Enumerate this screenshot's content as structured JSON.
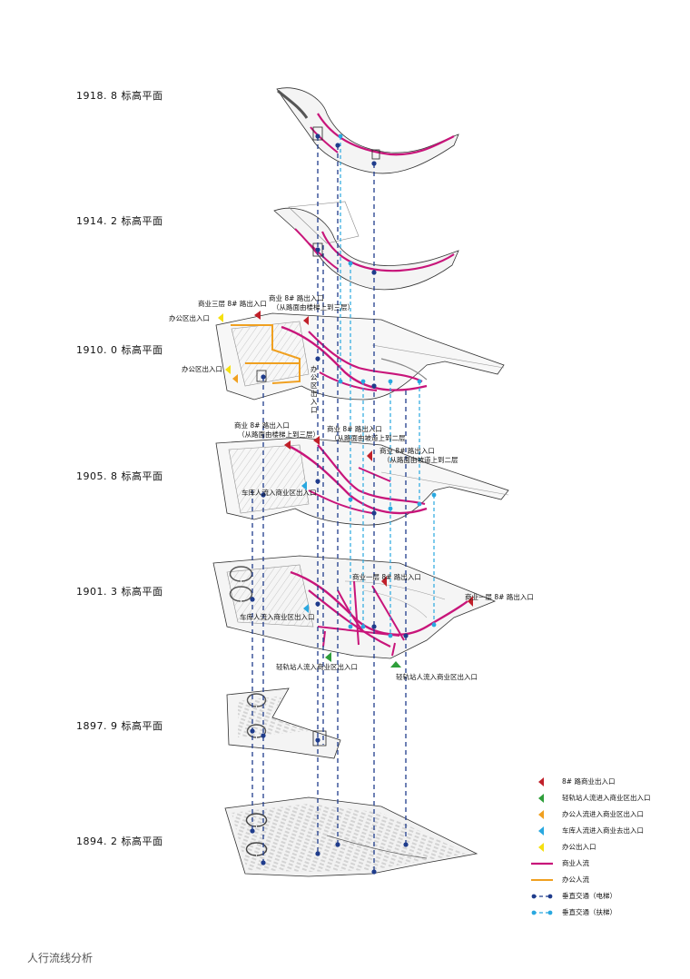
{
  "levels": [
    {
      "label": "1918. 8 标高平面"
    },
    {
      "label": "1914. 2 标高平面"
    },
    {
      "label": "1910. 0 标高平面"
    },
    {
      "label": "1905. 8 标高平面"
    },
    {
      "label": "1901. 3 标高平面"
    },
    {
      "label": "1897. 9 标高平面"
    },
    {
      "label": "1894. 2 标高平面"
    }
  ],
  "annotations": {
    "a1": "商业三层 8# 路出入口",
    "a2": "商业 8# 路出入口",
    "a3": "（从路面由楼梯上到三层）",
    "a4": "办公区出入口",
    "a5": "办公区出入口",
    "a6": "商业 8# 路出入口",
    "a7": "（从路面由楼梯上到三层）",
    "a8": "商业 8# 路出入口",
    "a9": "（从路面由坡道上到二层",
    "a10": "商业 8# 路出入口",
    "a11": "（从路面由坡道上到二层",
    "a12": "车库人流入商业区出入口",
    "a13": "商业一层 8# 路出入口",
    "a14": "商业一层 8# 路出入口",
    "a15": "车库人流入商业区出入口",
    "a16": "轻轨站人流入商业区出入口",
    "a17": "轻轨站人流入商业区出入口",
    "a18": "办公区出入口"
  },
  "legend": [
    {
      "label": "8# 路商业出入口",
      "color": "#c0202a"
    },
    {
      "label": "轻轨站人流进入商业区出入口",
      "color": "#2e9e3a"
    },
    {
      "label": "办公人流进入商业区出入口",
      "color": "#f0a020"
    },
    {
      "label": "车库人流进入商业去出入口",
      "color": "#29a8e0"
    },
    {
      "label": "办公出入口",
      "color": "#f5e010"
    },
    {
      "label": "商业人流",
      "color": "#c8157a"
    },
    {
      "label": "办公人流",
      "color": "#f0a020"
    },
    {
      "label": "垂直交通（电梯）",
      "color": "#1f3c8c"
    },
    {
      "label": "垂直交通（扶梯）",
      "color": "#29a8e0"
    }
  ],
  "caption": "人行流线分析"
}
